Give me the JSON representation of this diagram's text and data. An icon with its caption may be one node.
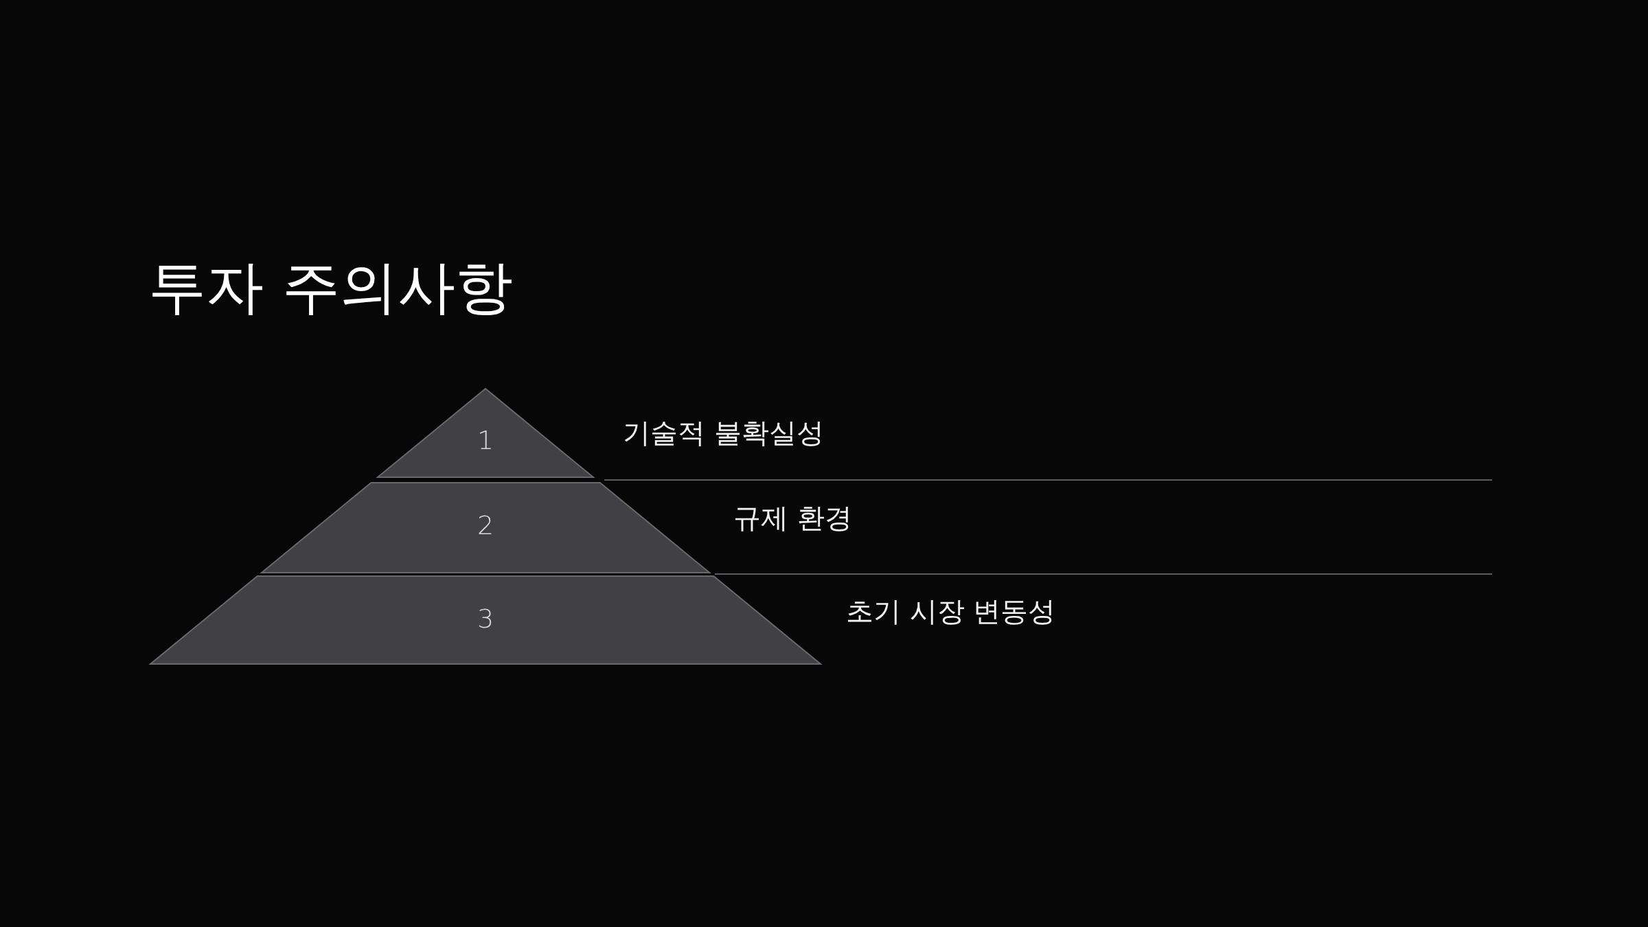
{
  "diagram": {
    "title": "투자 주의사항",
    "nodes": [
      {
        "text": [
          "1"
        ],
        "beside": [
          "기술적 불확실성"
        ]
      },
      {
        "text": [
          "2"
        ],
        "beside": [
          "규제 환경"
        ]
      },
      {
        "text": [
          "3"
        ],
        "beside": [
          "초기 시장 변동성"
        ]
      }
    ]
  }
}
